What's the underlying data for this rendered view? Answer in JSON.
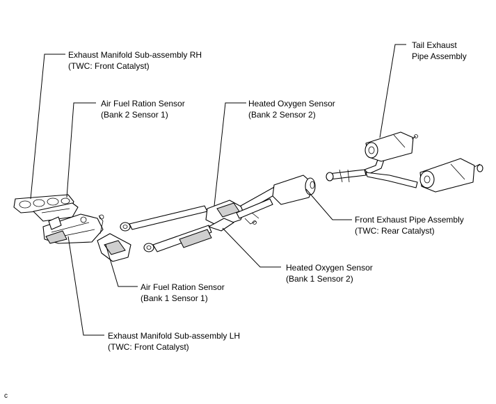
{
  "labels": {
    "manifold_rh": {
      "line1": "Exhaust Manifold Sub-assembly RH",
      "line2": "(TWC: Front Catalyst)"
    },
    "af_sensor_b2": {
      "line1": "Air Fuel Ration Sensor",
      "line2": "(Bank 2 Sensor 1)"
    },
    "ho2_b2s2": {
      "line1": "Heated Oxygen Sensor",
      "line2": "(Bank 2 Sensor 2)"
    },
    "tail_pipe": {
      "line1": "Tail Exhaust",
      "line2": "Pipe Assembly"
    },
    "front_pipe": {
      "line1": "Front Exhaust Pipe Assembly",
      "line2": "(TWC: Rear Catalyst)"
    },
    "ho2_b1s2": {
      "line1": "Heated Oxygen Sensor",
      "line2": "(Bank 1 Sensor 2)"
    },
    "af_sensor_b1": {
      "line1": "Air Fuel Ration Sensor",
      "line2": "(Bank 1 Sensor 1)"
    },
    "manifold_lh": {
      "line1": "Exhaust Manifold Sub-assembly LH",
      "line2": "(TWC: Front Catalyst)"
    }
  },
  "figure_code": "c"
}
